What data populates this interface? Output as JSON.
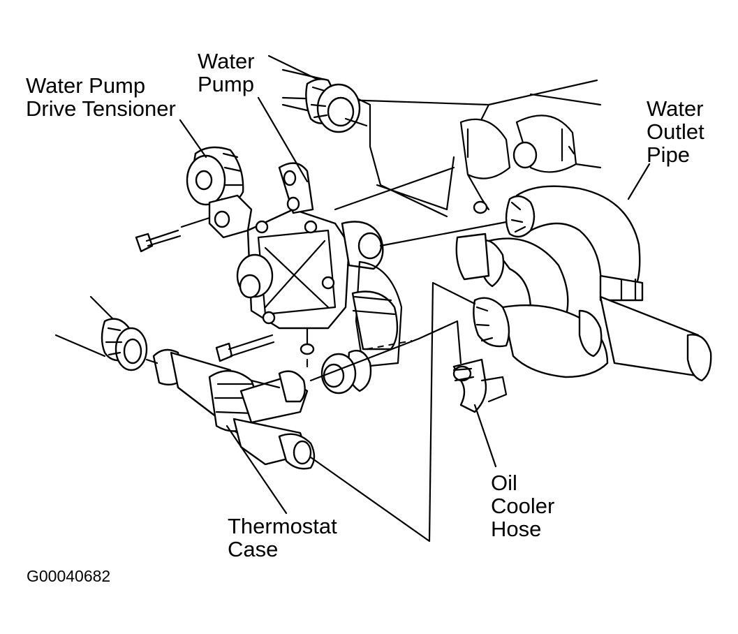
{
  "labels": {
    "water_pump_drive_tensioner": [
      "Water Pump",
      "Drive Tensioner"
    ],
    "water_pump": [
      "Water",
      "Pump"
    ],
    "water_outlet_pipe": [
      "Water",
      "Outlet",
      "Pipe"
    ],
    "thermostat_case": [
      "Thermostat",
      "Case"
    ],
    "oil_cooler_hose": [
      "Oil",
      "Cooler",
      "Hose"
    ]
  },
  "reference_code": "G00040682",
  "colors": {
    "ink": "#000000",
    "paper": "#ffffff"
  }
}
